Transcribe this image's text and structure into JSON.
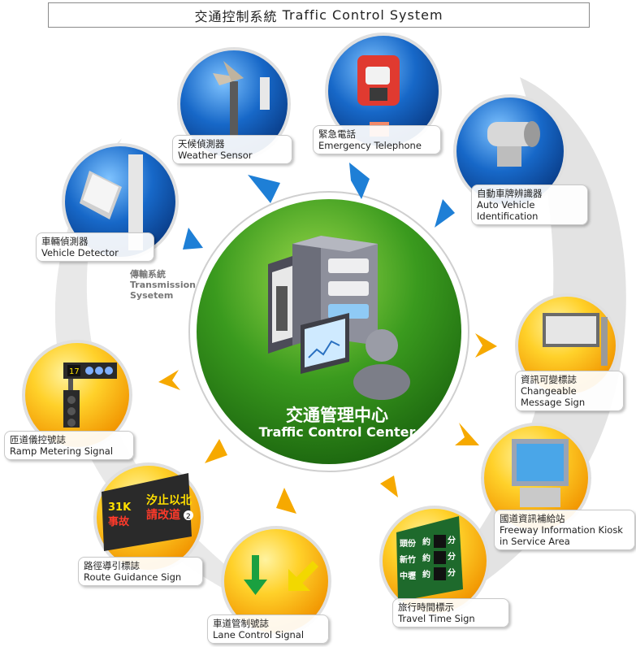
{
  "title": {
    "zh": "交通控制系統",
    "en": "Traffic Control System"
  },
  "center": {
    "zh": "交通管理中心",
    "en": "Traffic Control Center"
  },
  "transmission": {
    "zh": "傳輸系統",
    "en1": "Transmission",
    "en2": "Sysetem"
  },
  "inputs": [
    {
      "zh": "車輛偵測器",
      "en": "Vehicle Detector"
    },
    {
      "zh": "天候偵測器",
      "en": "Weather Sensor"
    },
    {
      "zh": "緊急電話",
      "en": "Emergency Telephone"
    },
    {
      "zh": "自動車牌辨識器",
      "en1": "Auto Vehicle",
      "en2": "Identification"
    }
  ],
  "outputs": [
    {
      "zh": "資訊可變標誌",
      "en1": "Changeable",
      "en2": "Message Sign"
    },
    {
      "zh": "國道資訊補給站",
      "en1": "Freeway Information Kiosk",
      "en2": "in Service Area"
    },
    {
      "zh": "旅行時間標示",
      "en": "Travel Time Sign"
    },
    {
      "zh": "車道管制號誌",
      "en": "Lane Control Signal"
    },
    {
      "zh": "路徑導引標誌",
      "en": "Route Guidance Sign"
    },
    {
      "zh": "匝道儀控號誌",
      "en": "Ramp Metering Signal"
    }
  ],
  "ramp_signal": {
    "number": "17"
  },
  "route_sign": {
    "distance": "31K",
    "incident": "事故",
    "line1": "汐止以北",
    "line2": "請改道",
    "route_no": "2"
  },
  "travel_time_sign": {
    "rows": [
      {
        "place": "頭份",
        "word": "約",
        "unit": "分"
      },
      {
        "place": "新竹",
        "word": "約",
        "unit": "分"
      },
      {
        "place": "中壢",
        "word": "約",
        "unit": "分"
      }
    ]
  },
  "colors": {
    "blue_circle": "#1a6fd0",
    "orange_circle": "#f5a800",
    "green_circle": "#2e8a1c",
    "arrow_blue": "#1e7fd6",
    "arrow_orange": "#f6a900"
  }
}
